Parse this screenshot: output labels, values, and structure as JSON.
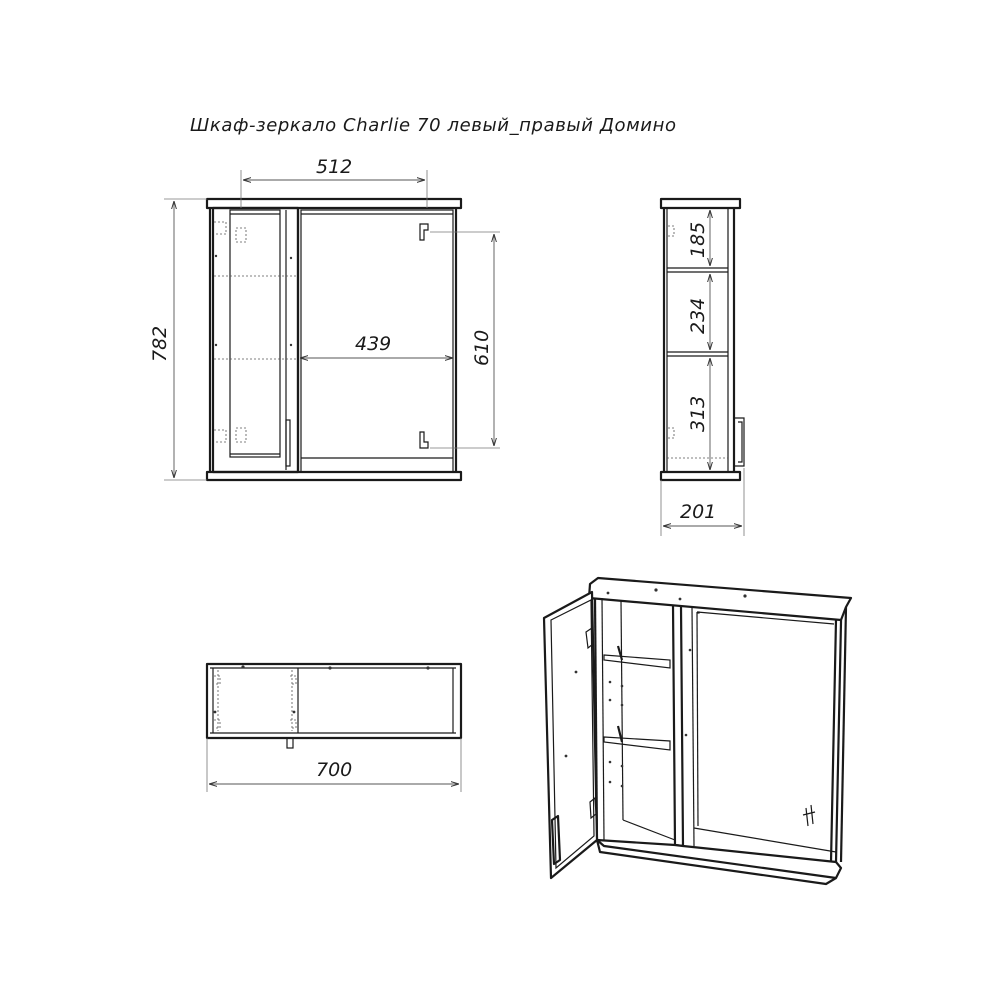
{
  "title": "Шкаф-зеркало Charlie 70 левый_правый Домино",
  "dimensions": {
    "top_width": "512",
    "overall_height": "782",
    "mirror_width": "439",
    "mirror_height": "610",
    "shelf_gap_top": "185",
    "shelf_gap_middle": "234",
    "shelf_gap_bottom": "313",
    "depth": "201",
    "overall_width": "700"
  }
}
